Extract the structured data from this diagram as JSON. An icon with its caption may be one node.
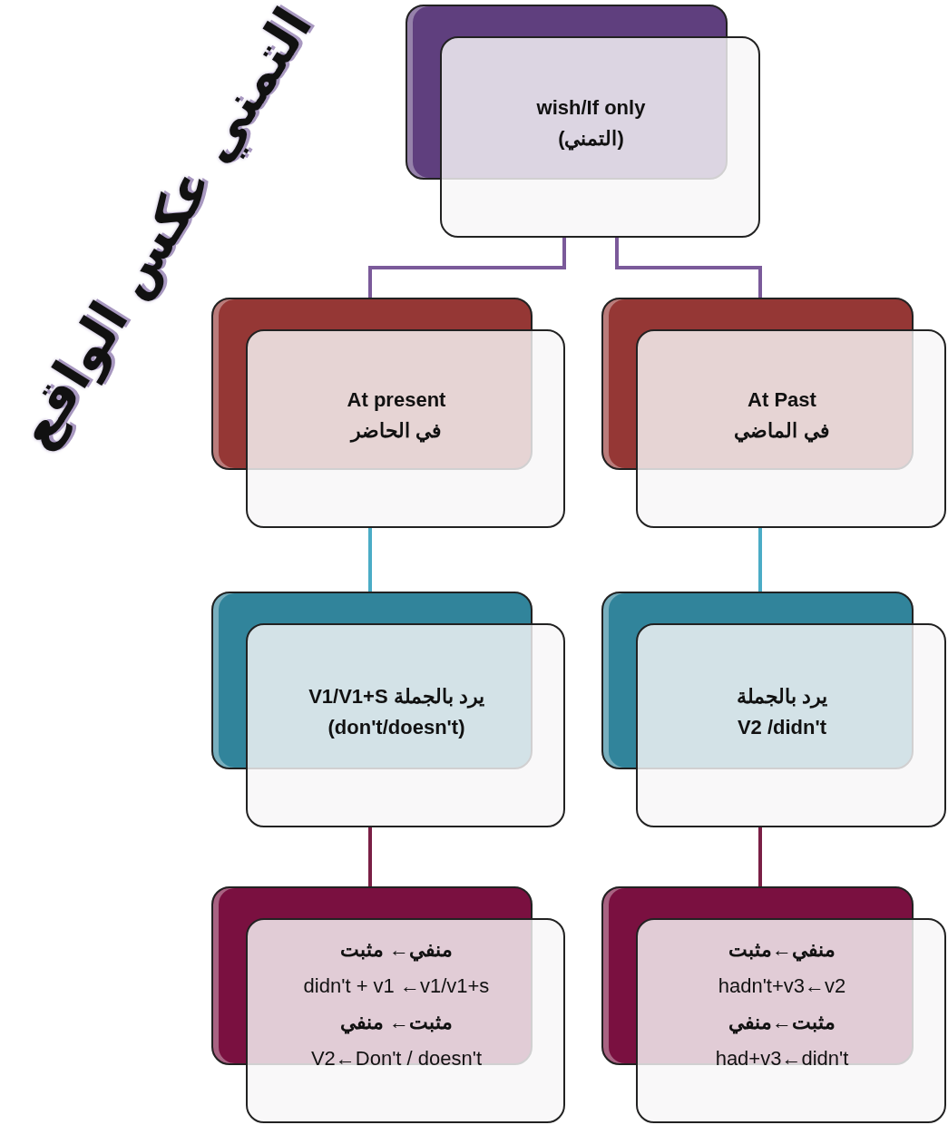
{
  "diagram": {
    "title": "التمني عكس الواقع",
    "nodes": [
      {
        "text": [
          "wish/If only",
          "(التمني)"
        ]
      },
      {
        "text": [
          "At present",
          "في الحاضر"
        ]
      },
      {
        "text": [
          "At Past",
          "في الماضي"
        ]
      },
      {
        "text": [
          "يرد بالجملة  V1/V1+S",
          "(don't/doesn't)"
        ]
      },
      {
        "text": [
          "يرد بالجملة",
          "V2 /didn't"
        ]
      },
      {
        "text": [
          "منفي← مثبت",
          "didn't + v1 ←v1/v1+s",
          "مثبت← منفي",
          "V2←Don't / doesn't"
        ]
      },
      {
        "text": [
          "منفي←مثبت",
          "hadn't+v3←v2",
          "مثبت←منفي",
          "had+v3←didn't"
        ]
      }
    ],
    "edges": [
      {
        "from": 0,
        "to": 1,
        "arrow": "none",
        "color": "#7b5a9a"
      },
      {
        "from": 0,
        "to": 2,
        "arrow": "none",
        "color": "#7b5a9a"
      },
      {
        "from": 1,
        "to": 3,
        "arrow": "none",
        "color": "#4bacc6"
      },
      {
        "from": 2,
        "to": 4,
        "arrow": "none",
        "color": "#4bacc6"
      },
      {
        "from": 3,
        "to": 5,
        "arrow": "none",
        "color": "#7a1f45"
      },
      {
        "from": 4,
        "to": 6,
        "arrow": "none",
        "color": "#7a1f45"
      }
    ]
  }
}
